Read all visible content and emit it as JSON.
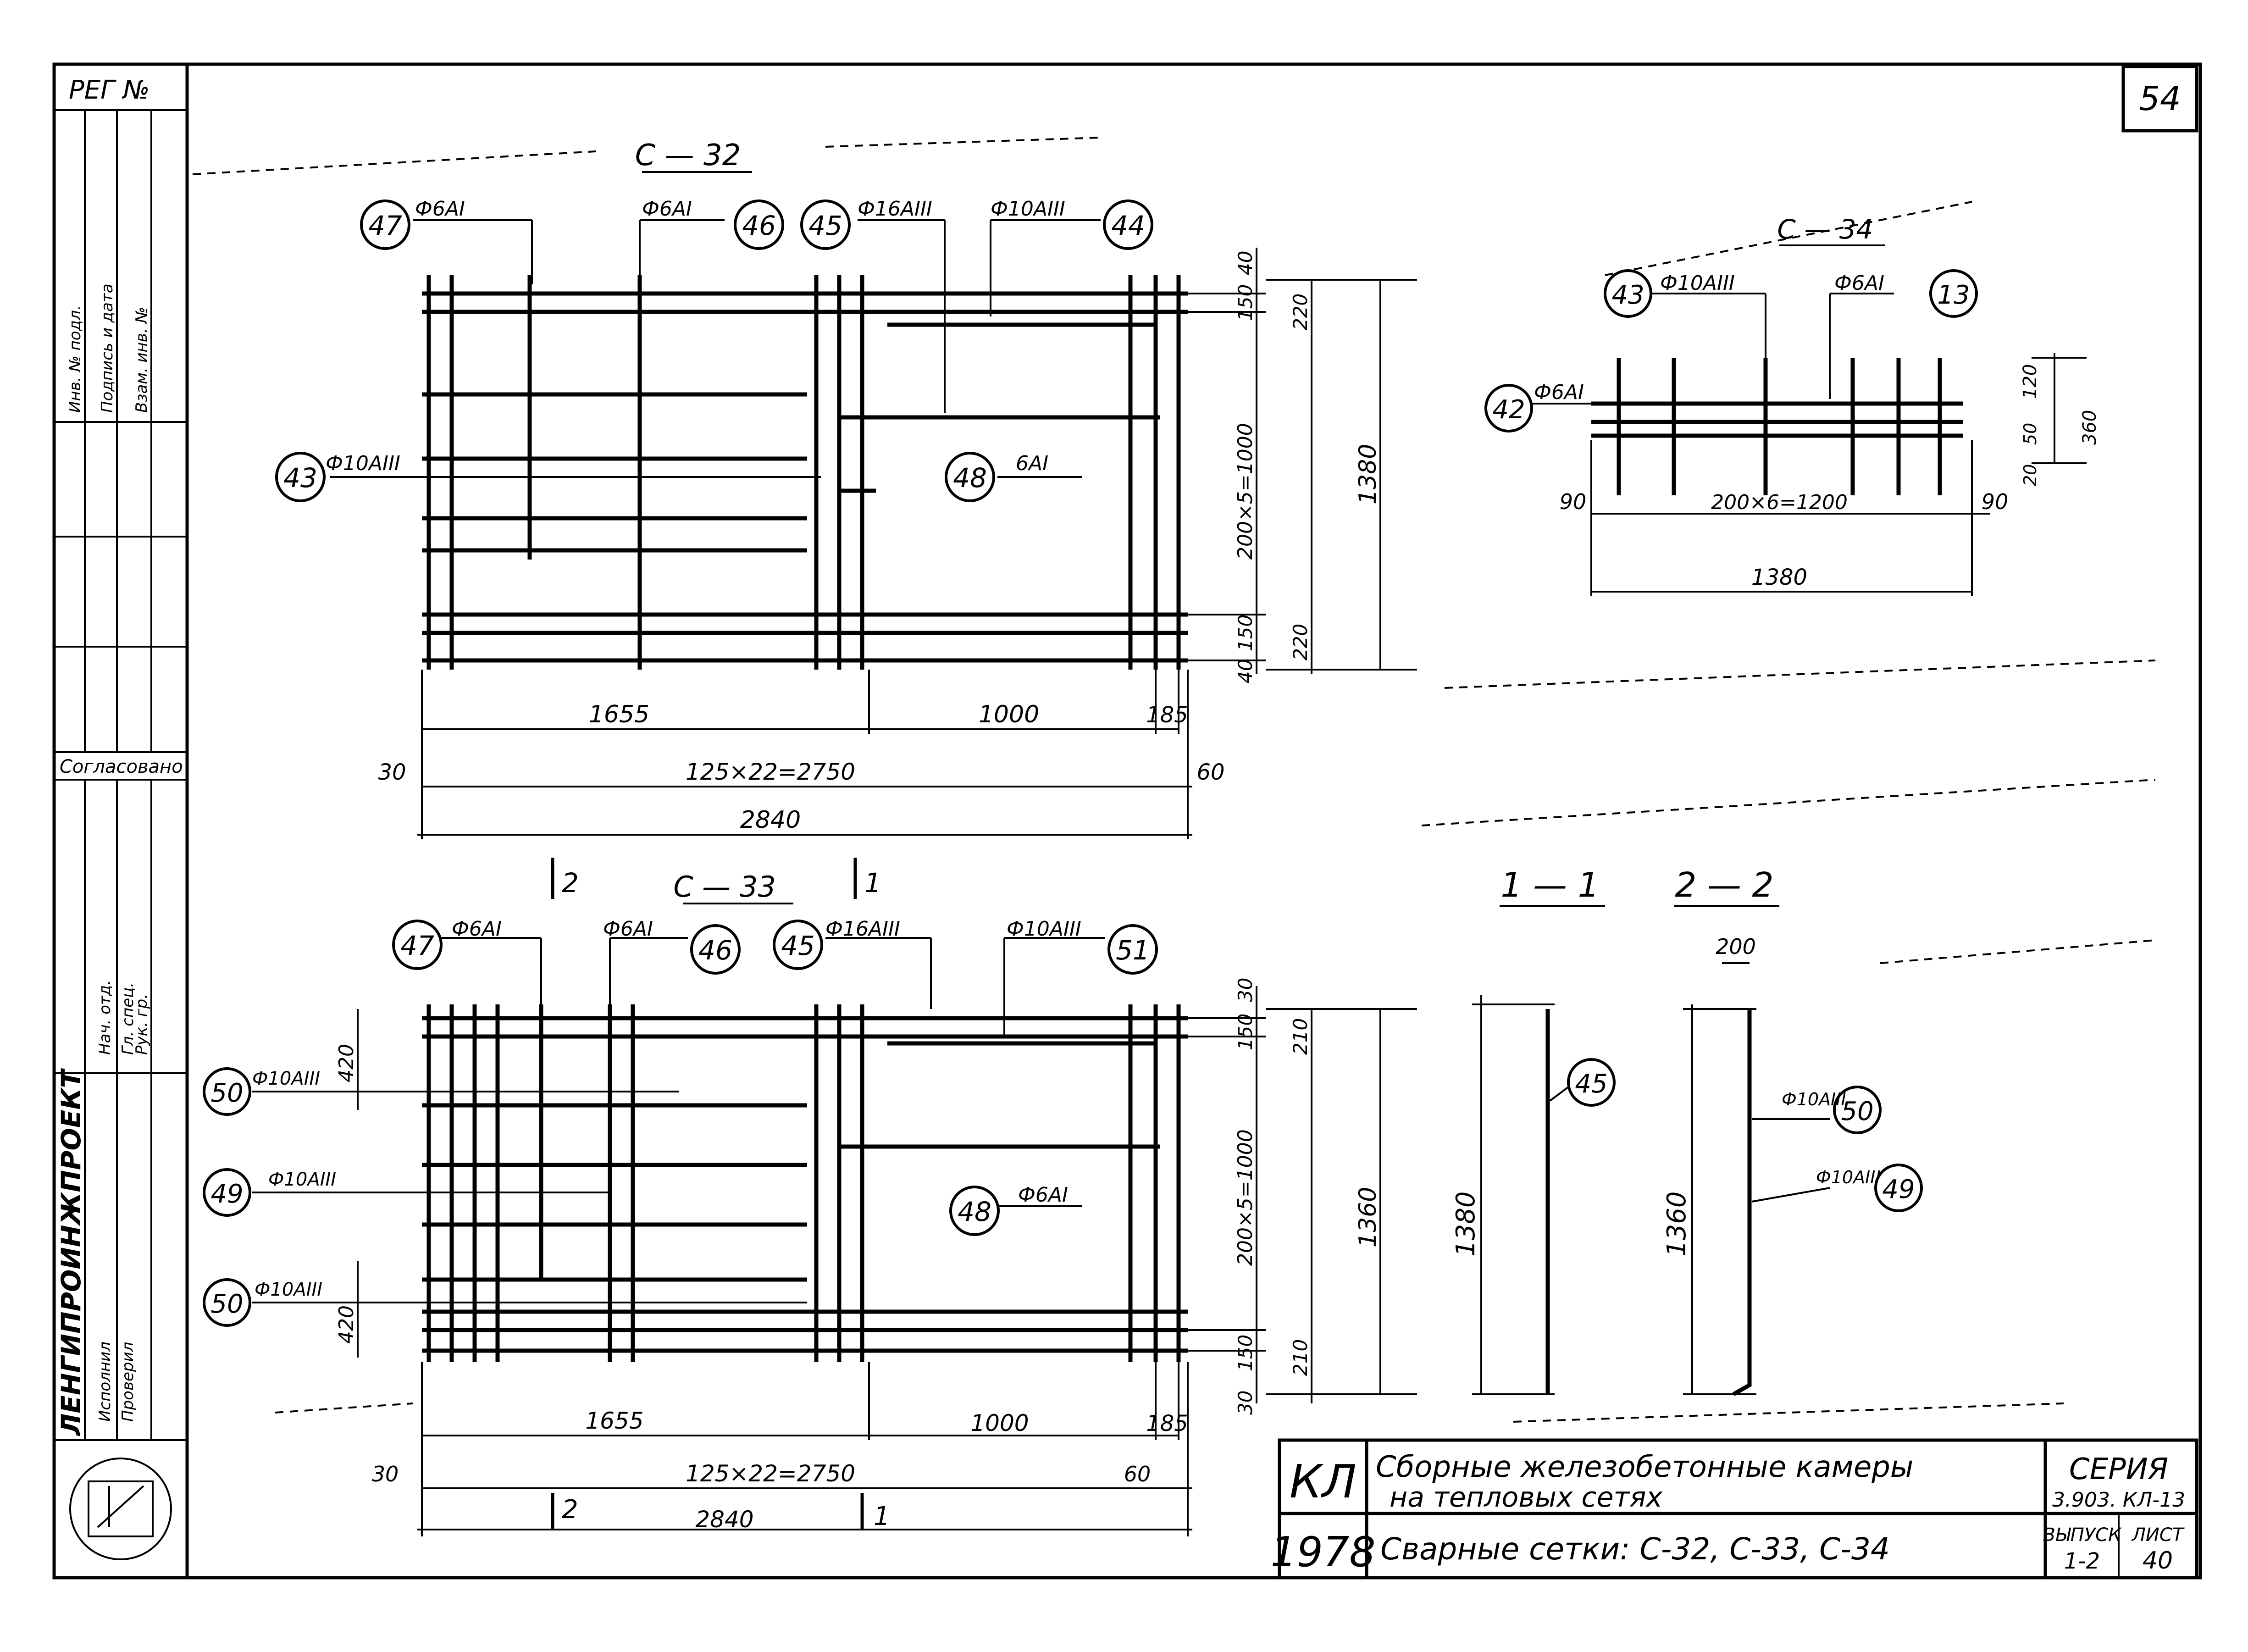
{
  "sheet_number": "54",
  "stamp_label": "РЕГ №",
  "left_strip": {
    "org": "ЛЕНГИПРОИНЖПРОЕКТ",
    "approval": "Согласовано",
    "entries": [
      "Инв. № подл.",
      "Подпись и дата",
      "Взам. инв. №",
      "Нач. отд.",
      "Гл. спец.",
      "Рук. гр.",
      "Исполнил",
      "Проверил"
    ]
  },
  "drawing_c32": {
    "title": "С — 32",
    "callouts": [
      {
        "num": "47",
        "spec": "Ф6АI"
      },
      {
        "num": "46",
        "spec": "Ф6АI"
      },
      {
        "num": "45",
        "spec": "Ф16АIII"
      },
      {
        "num": "44",
        "spec": "Ф10АIII"
      },
      {
        "num": "43",
        "spec": "Ф10АIII"
      },
      {
        "num": "48",
        "spec": "6АI"
      }
    ],
    "dims": {
      "right_top": "40",
      "right_150a": "150",
      "right_220a": "220",
      "right_mid": "200×5=1000",
      "right_total": "1380",
      "right_150b": "150",
      "right_220b": "220",
      "right_bottom": "40",
      "bottom_1655": "1655",
      "bottom_1000": "1000",
      "bottom_185": "185",
      "bottom_30": "30",
      "bottom_step": "125×22=2750",
      "bottom_60": "60",
      "bottom_total": "2840"
    }
  },
  "drawing_c33": {
    "title": "С — 33",
    "section_marks": [
      "2",
      "1"
    ],
    "callouts": [
      {
        "num": "47",
        "spec": "Ф6АI"
      },
      {
        "num": "46",
        "spec": "Ф6АI"
      },
      {
        "num": "45",
        "spec": "Ф16АIII"
      },
      {
        "num": "51",
        "spec": "Ф10АIII"
      },
      {
        "num": "50",
        "spec": "Ф10АIII"
      },
      {
        "num": "49",
        "spec": "Ф10АIII"
      },
      {
        "num": "50",
        "spec": "Ф10АIII"
      },
      {
        "num": "48",
        "spec": "Ф6АI"
      }
    ],
    "dims": {
      "left_420a": "420",
      "left_420b": "420",
      "right_top": "30",
      "right_150a": "150",
      "right_210a": "210",
      "right_mid": "200×5=1000",
      "right_total": "1360",
      "right_150b": "150",
      "right_210b": "210",
      "right_bottom": "30",
      "bottom_1655": "1655",
      "bottom_1000": "1000",
      "bottom_185": "185",
      "bottom_30": "30",
      "bottom_step": "125×22=2750",
      "bottom_60": "60",
      "bottom_total": "2840",
      "marks_bottom": [
        "2",
        "1"
      ]
    }
  },
  "drawing_c34": {
    "title": "С — 34",
    "callouts": [
      {
        "num": "43",
        "spec": "Ф10АIII"
      },
      {
        "num": "13",
        "spec": "Ф6АI"
      },
      {
        "num": "42",
        "spec": "Ф6АI"
      }
    ],
    "dims": {
      "right_120": "120",
      "right_50": "50",
      "right_20": "20",
      "right_360": "360",
      "bottom_90a": "90",
      "bottom_step": "200×6=1200",
      "bottom_90b": "90",
      "bottom_total": "1380"
    }
  },
  "sections": {
    "title_11": "1 — 1",
    "title_22": "2 — 2",
    "s11": {
      "callout": "45",
      "height": "1380"
    },
    "s22": {
      "top": "200",
      "height": "1360",
      "callouts": [
        {
          "num": "50",
          "spec": "Ф10АIII"
        },
        {
          "num": "49",
          "spec": "Ф10АIII"
        }
      ]
    }
  },
  "title_block": {
    "code": "КЛ",
    "year": "1978",
    "title_line1": "Сборные железобетонные камеры",
    "title_line2": "на тепловых сетях",
    "subtitle": "Сварные сетки: С-32, С-33, С-34",
    "series_label": "СЕРИЯ",
    "series_value": "3.903. КЛ-13",
    "issue_label": "ВЫПУСК",
    "issue_value": "1-2",
    "sheet_label": "ЛИСТ",
    "sheet_value": "40"
  }
}
